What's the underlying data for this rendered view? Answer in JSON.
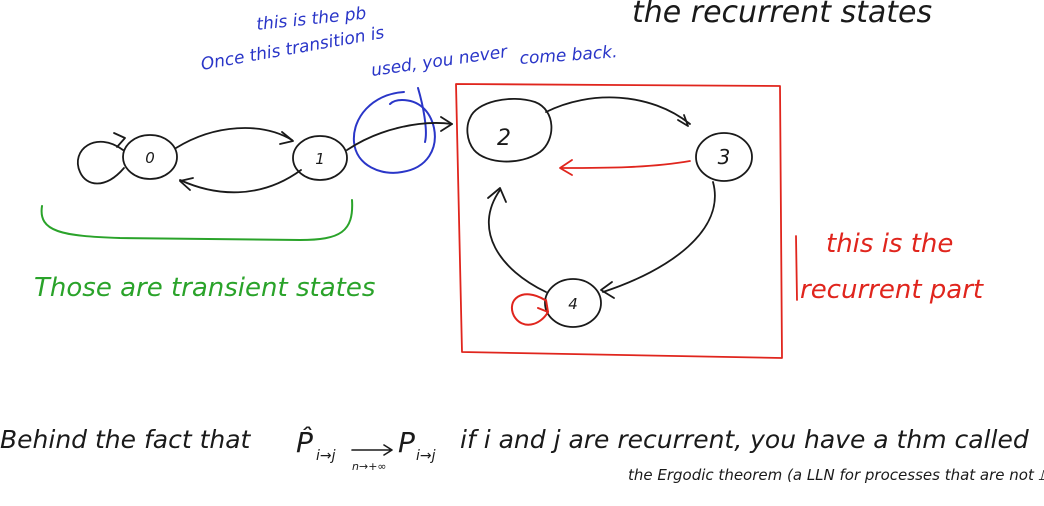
{
  "colors": {
    "black": "#1a1a1a",
    "blue": "#2a36c8",
    "red": "#e0251d",
    "green": "#2aa32a"
  },
  "header": {
    "top_right_text": "the recurrent states"
  },
  "states": {
    "s0": "0",
    "s1": "1",
    "s2": "2",
    "s3": "3",
    "s4": "4"
  },
  "annotations": {
    "blue_line1": "this is the pb",
    "blue_line2": "Once this transition is",
    "blue_line3": "used, you never",
    "blue_line4": "come back.",
    "transient_label": "Those are transient states",
    "recurrent_line1": "this is the",
    "recurrent_line2": "recurrent part"
  },
  "footer": {
    "line1_a": "Behind the fact that",
    "line1_b": "if i and j are recurrent, you have a thm called",
    "line2": "the Ergodic theorem (a LLN for processes that are not ⫫)",
    "formula_p_hat": "P̂",
    "formula_sub": "i→j",
    "formula_limit": "n→+∞",
    "formula_p": "P",
    "formula_sub2": "i→j"
  }
}
